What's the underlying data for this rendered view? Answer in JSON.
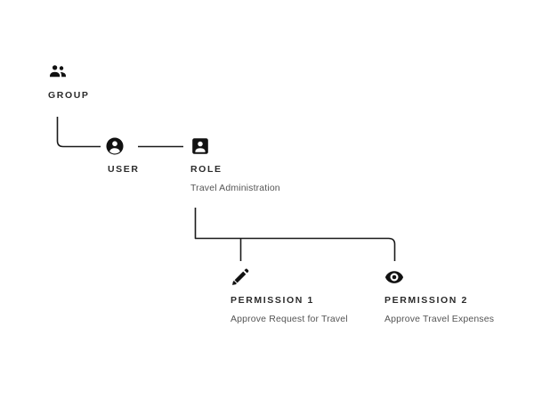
{
  "diagram": {
    "background_color": "#ffffff",
    "line_color": "#1a1a1a",
    "icon_color": "#111111",
    "title_color": "#2b2b2b",
    "subtitle_color": "#555555",
    "nodes": [
      {
        "id": "group",
        "title": "GROUP",
        "subtitle": "",
        "icon": "group-people-icon"
      },
      {
        "id": "user",
        "title": "USER",
        "subtitle": "",
        "icon": "account-circle-icon"
      },
      {
        "id": "role",
        "title": "ROLE",
        "subtitle": "Travel Administration",
        "icon": "badge-person-icon"
      },
      {
        "id": "permission1",
        "title": "PERMISSION 1",
        "subtitle": "Approve Request for Travel",
        "icon": "pencil-edit-icon"
      },
      {
        "id": "permission2",
        "title": "PERMISSION 2",
        "subtitle": "Approve Travel Expenses",
        "icon": "eye-visibility-icon"
      }
    ]
  }
}
